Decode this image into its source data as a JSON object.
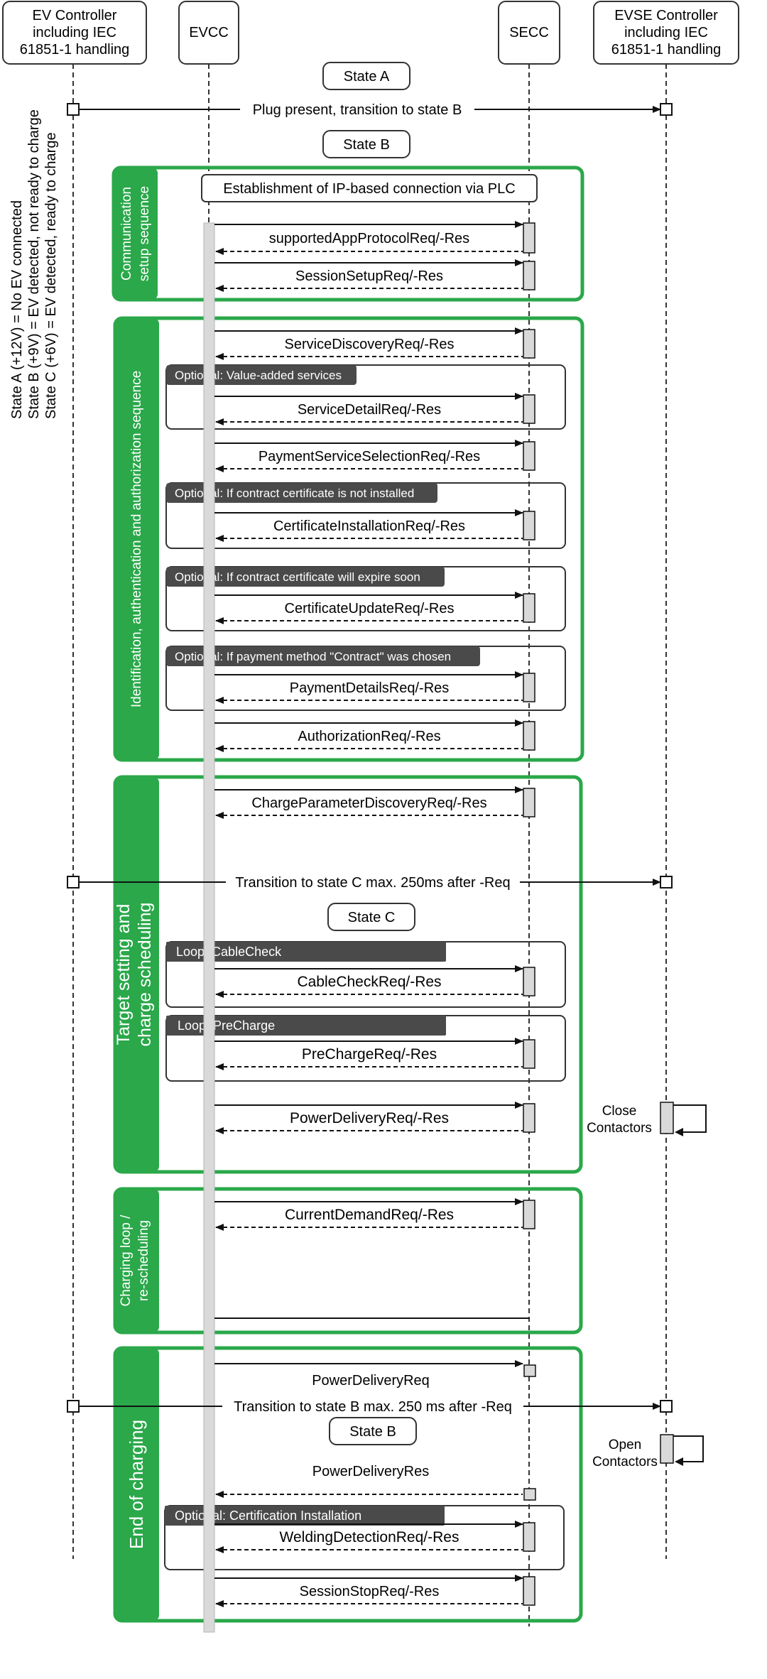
{
  "actors": {
    "ev_controller": [
      "EV Controller",
      "including IEC",
      "61851-1 handling"
    ],
    "evcc": "EVCC",
    "secc": "SECC",
    "evse_controller": [
      "EVSE Controller",
      "including IEC",
      "61851-1 handling"
    ]
  },
  "states_legend": [
    "State A (+12V) = No EV connected",
    "State B (+9V)   = EV detected, not ready to charge",
    "State C (+6V)   = EV detected, ready to charge"
  ],
  "states": {
    "a": "State A",
    "b_first": "State B",
    "c": "State C",
    "b_second": "State B"
  },
  "transitions": {
    "plug": "Plug present, transition to state B",
    "to_c": "Transition to state C max. 250ms after -Req",
    "to_b": "Transition to state B max. 250 ms after -Req"
  },
  "phases": {
    "communication": [
      "Communication",
      "setup sequence"
    ],
    "identification": "Identification, authentication and authorization sequence",
    "target": [
      "Target setting and",
      "charge scheduling"
    ],
    "charging_loop": [
      "Charging loop /",
      "re-scheduling"
    ],
    "end": "End of charging"
  },
  "plc_box": "Establishment of IP-based connection via PLC",
  "messages": {
    "supported_app": "supportedAppProtocolReq/-Res",
    "session_setup": "SessionSetupReq/-Res",
    "service_discovery": "ServiceDiscoveryReq/-Res",
    "service_detail": "ServiceDetailReq/-Res",
    "payment_selection": "PaymentServiceSelectionReq/-Res",
    "cert_install": "CertificateInstallationReq/-Res",
    "cert_update": "CertificateUpdateReq/-Res",
    "payment_details": "PaymentDetailsReq/-Res",
    "authorization": "AuthorizationReq/-Res",
    "charge_param": "ChargeParameterDiscoveryReq/-Res",
    "cable_check": "CableCheckReq/-Res",
    "precharge": "PreChargeReq/-Res",
    "power_delivery": "PowerDeliveryReq/-Res",
    "current_demand": "CurrentDemandReq/-Res",
    "power_delivery_req": "PowerDeliveryReq",
    "power_delivery_res": "PowerDeliveryRes",
    "welding": "WeldingDetectionReq/-Res",
    "session_stop": "SessionStopReq/-Res"
  },
  "optional_frames": {
    "value_added": "Optional: Value-added services",
    "cert_not_installed": "Optional: If contract certificate is not installed",
    "cert_expire": "Optional: If contract certificate will expire soon",
    "payment_contract": "Optional: If payment method \"Contract\" was chosen",
    "loop_cable": "Loop: CableCheck",
    "loop_precharge": "Loop: PreCharge",
    "cert_installation": "Optional: Certification Installation"
  },
  "contactor_notes": {
    "close": [
      "Close",
      "Contactors"
    ],
    "open": [
      "Open",
      "Contactors"
    ]
  },
  "colors": {
    "phase_green": "#2aa84a",
    "frame_dark": "#4a4a4a",
    "activation_fill": "#d9d9d9",
    "lifeline": "#333333"
  }
}
